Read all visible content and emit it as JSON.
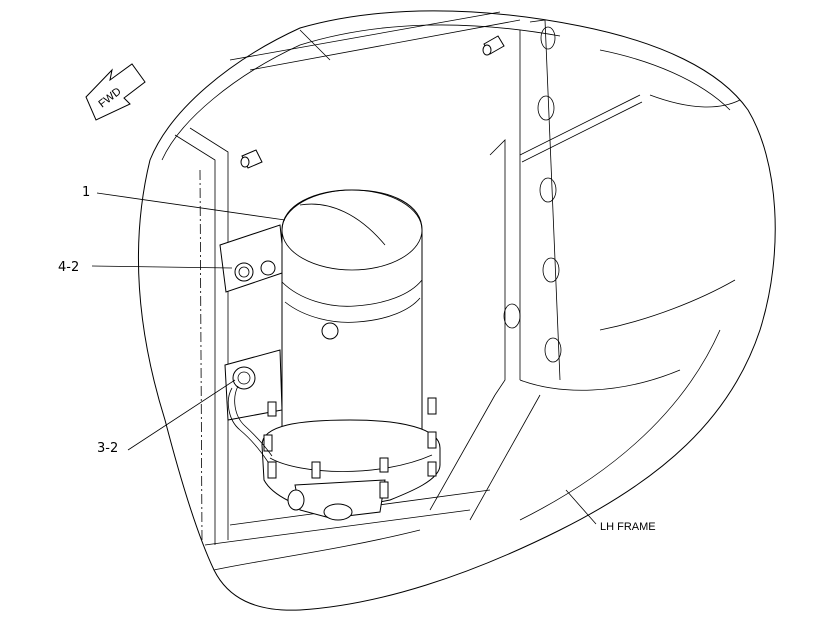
{
  "diagram": {
    "direction_arrow_label": "FWD",
    "callouts": [
      {
        "id": "1",
        "text": "1"
      },
      {
        "id": "4-2",
        "text": "4-2"
      },
      {
        "id": "3-2",
        "text": "3-2"
      }
    ],
    "frame_label": "LH FRAME"
  },
  "colors": {
    "line": "#000000",
    "background": "#ffffff"
  }
}
